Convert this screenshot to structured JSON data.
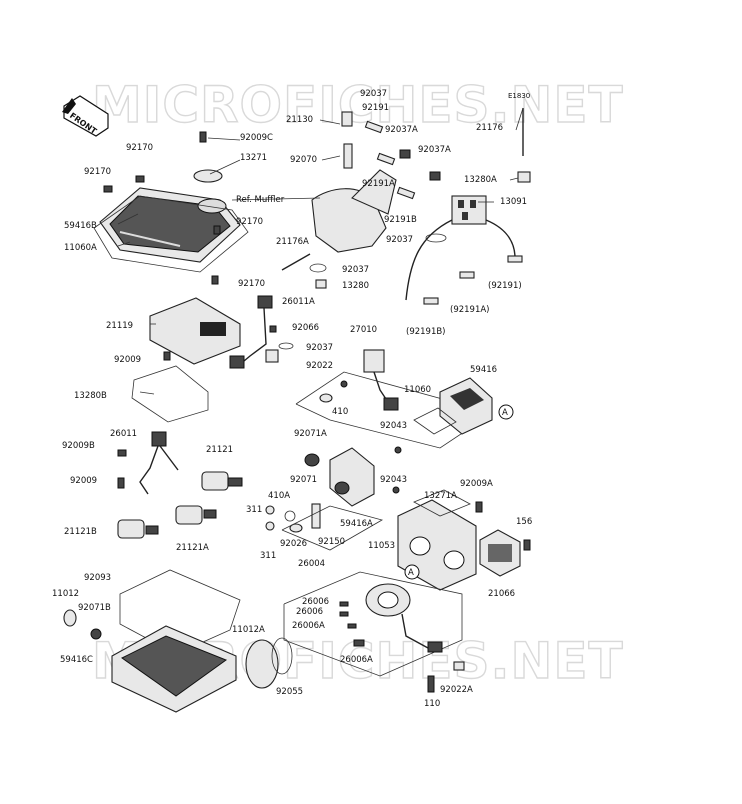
{
  "watermark": "MICROFICHES.NET",
  "front_arrow": "FRONT",
  "callout_letter": "A",
  "labels": [
    "92037",
    "92191",
    "21130",
    "92037A",
    "92070",
    "92037A",
    "92191A",
    "E1830",
    "21176",
    "13280A",
    "13091",
    "92191B",
    "92037",
    "(92191)",
    "(92191A)",
    "(92191B)",
    "92009C",
    "13271",
    "92170",
    "92170",
    "59416B",
    "11060A",
    "Ref. Muffler",
    "92170",
    "21176A",
    "92037",
    "13280",
    "92170",
    "26011A",
    "21119",
    "92066",
    "92037",
    "92009",
    "27010",
    "92022",
    "13280B",
    "410",
    "11060",
    "59416",
    "92043",
    "26011",
    "21121",
    "92009B",
    "92071A",
    "92071",
    "92043",
    "92009A",
    "410A",
    "13271A",
    "92009",
    "311",
    "311",
    "92026",
    "59416A",
    "92150",
    "11053",
    "156",
    "21121B",
    "21121A",
    "26004",
    "21066",
    "92093",
    "26006",
    "26006",
    "26006A",
    "11012",
    "92071B",
    "11012A",
    "26006A",
    "59416C",
    "92055",
    "92022A",
    "110"
  ]
}
